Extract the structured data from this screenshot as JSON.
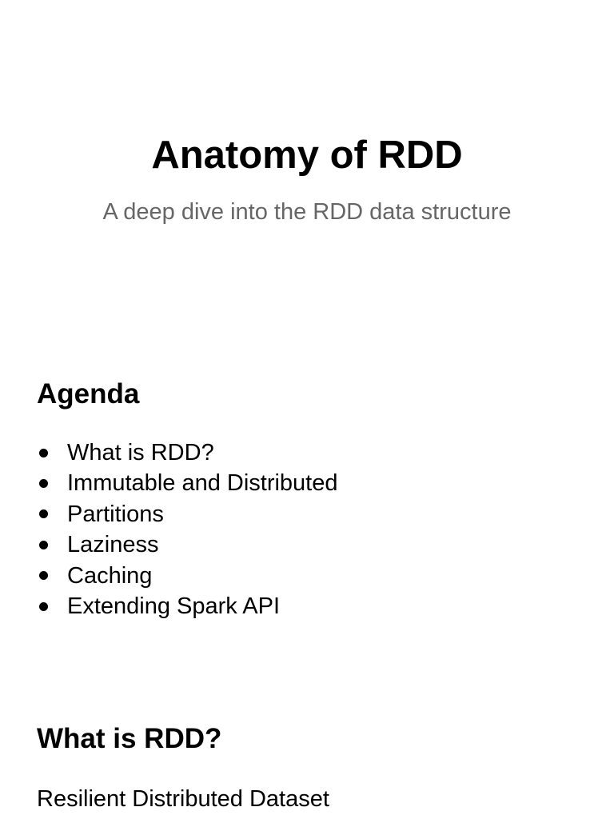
{
  "title_slide": {
    "title": "Anatomy of RDD",
    "subtitle": "A deep dive into the RDD data structure"
  },
  "agenda_slide": {
    "heading": "Agenda",
    "items": [
      "What is RDD?",
      "Immutable and Distributed",
      "Partitions",
      "Laziness",
      "Caching",
      "Extending Spark API"
    ]
  },
  "rdd_slide": {
    "heading": "What is RDD?",
    "body": "Resilient Distributed Dataset"
  },
  "colors": {
    "text": "#000000",
    "subtitle": "#666666",
    "background": "#ffffff"
  }
}
